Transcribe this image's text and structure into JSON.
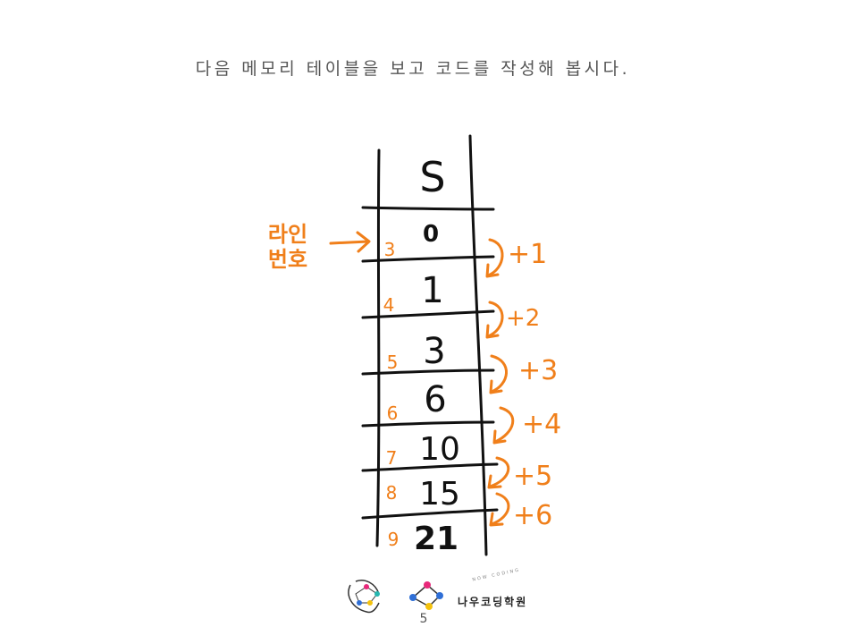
{
  "page": {
    "title": "다음 메모리 테이블을 보고 코드를 작성해 봅시다.",
    "page_number": "5"
  },
  "table": {
    "header": "S",
    "rows": [
      {
        "line": "3",
        "value": "0",
        "increment": "+1"
      },
      {
        "line": "4",
        "value": "1",
        "increment": "+2"
      },
      {
        "line": "5",
        "value": "3",
        "increment": "+3"
      },
      {
        "line": "6",
        "value": "6",
        "increment": "+4"
      },
      {
        "line": "7",
        "value": "10",
        "increment": "+5"
      },
      {
        "line": "8",
        "value": "15",
        "increment": "+6"
      },
      {
        "line": "9",
        "value": "21",
        "increment": ""
      }
    ]
  },
  "annotation": {
    "label_line1": "라인",
    "label_line2": "번호"
  },
  "footer": {
    "brand_name": "나우코딩학원",
    "brand_sub": "NOW CODING"
  },
  "colors": {
    "ink": "#111111",
    "accent": "#f07f1a",
    "title": "#555555",
    "logo_pink": "#e8287a",
    "logo_yellow": "#f4c20d",
    "logo_blue": "#2f6fd6",
    "logo_teal": "#25b7b0"
  }
}
